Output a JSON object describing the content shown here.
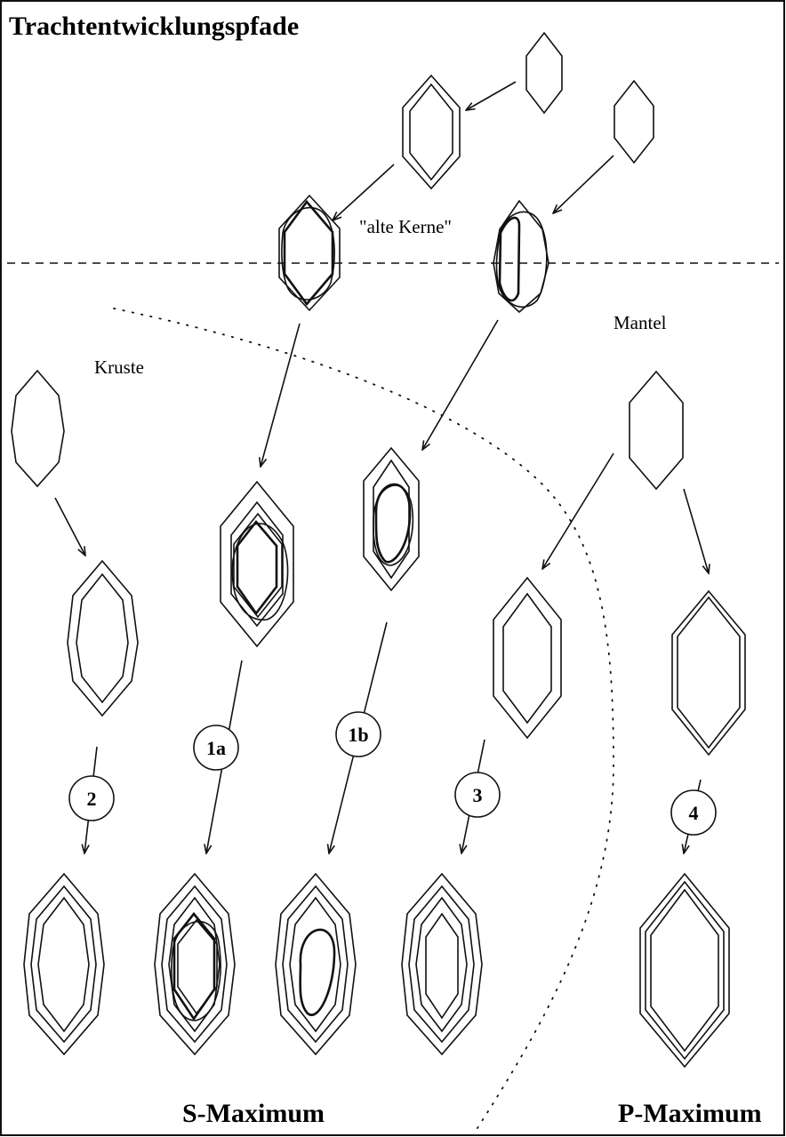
{
  "title": "Trachtentwicklungspfade",
  "labels": {
    "alte_kerne": "\"alte Kerne\"",
    "mantel": "Mantel",
    "kruste": "Kruste",
    "s_maximum": "S-Maximum",
    "p_maximum": "P-Maximum"
  },
  "steps": [
    "1a",
    "1b",
    "2",
    "3",
    "4"
  ]
}
